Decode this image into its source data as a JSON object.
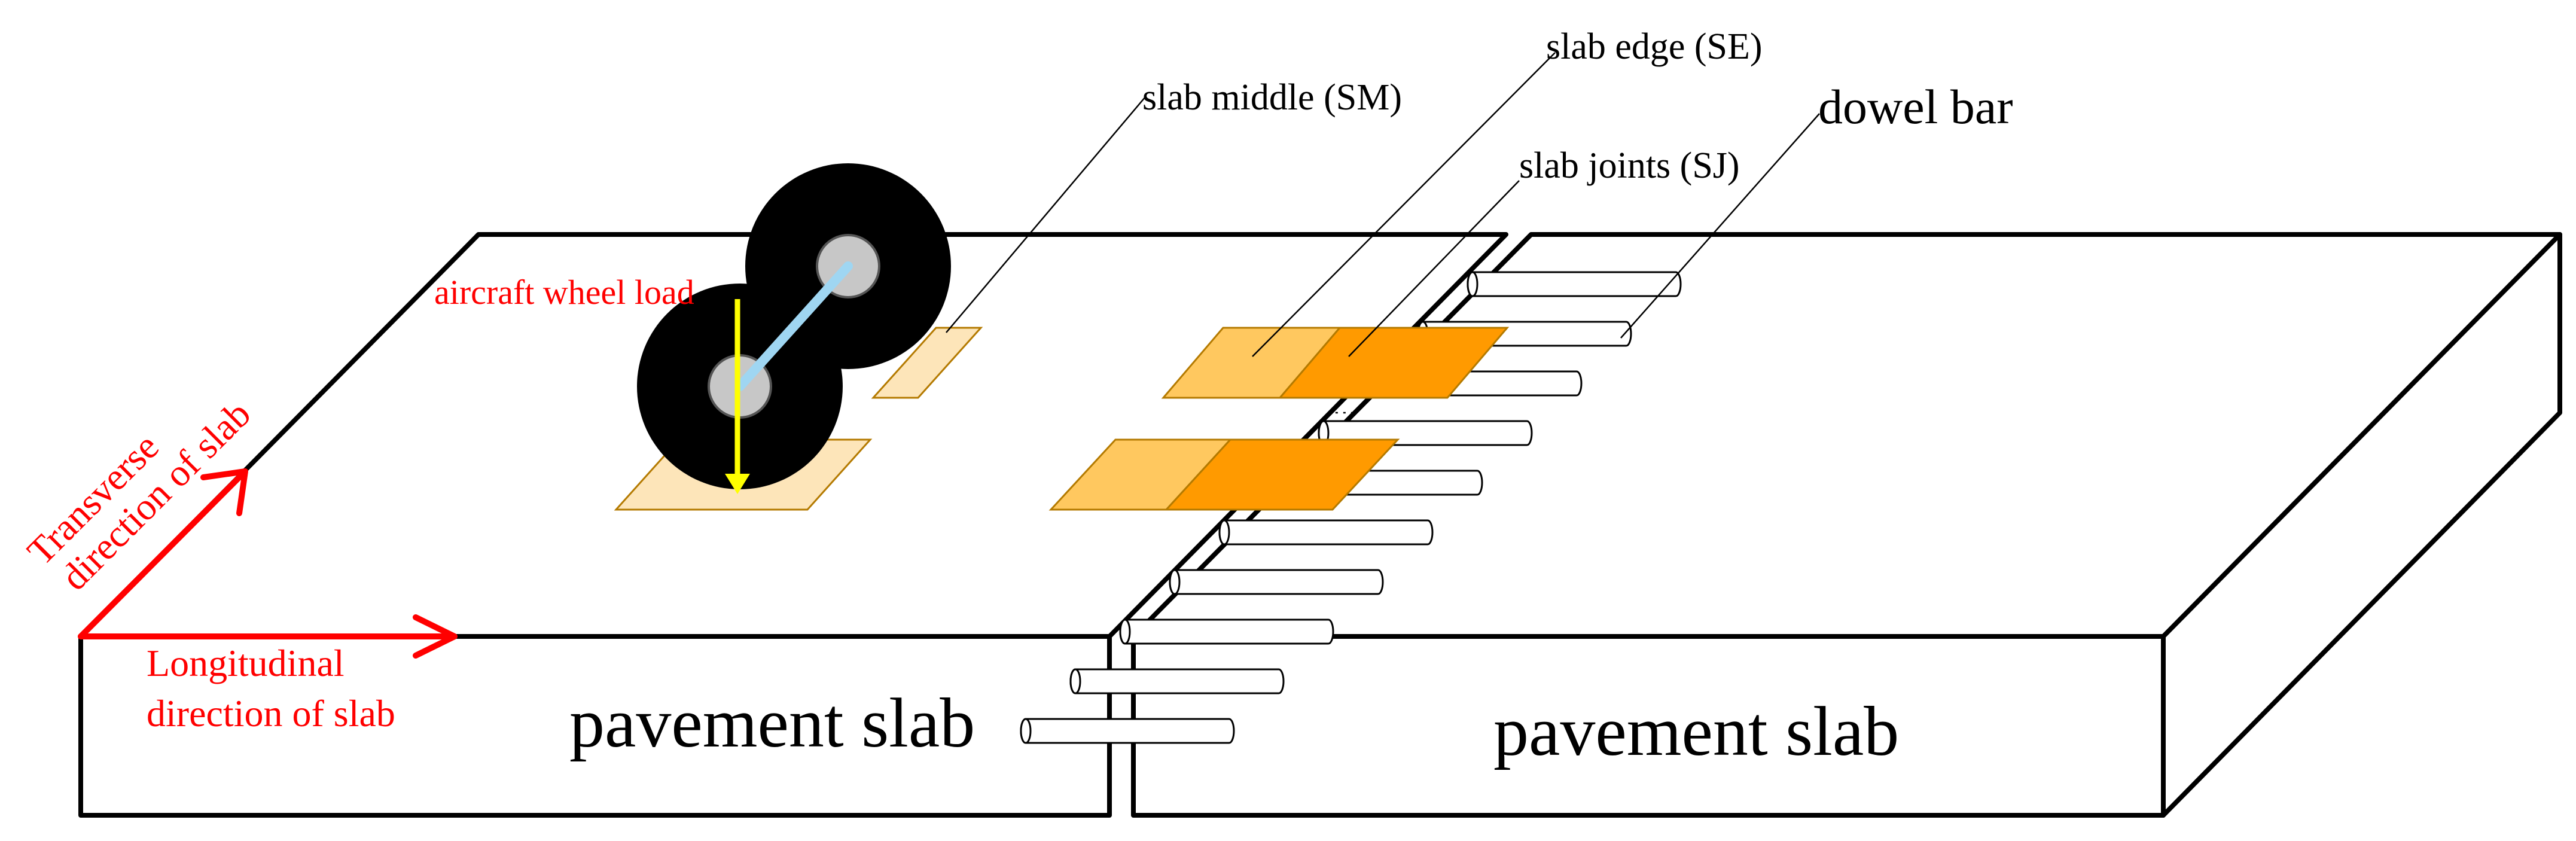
{
  "labels": {
    "slab_middle": "slab middle (SM)",
    "slab_edge": "slab edge (SE)",
    "slab_joints": "slab joints (SJ)",
    "dowel_bar": "dowel bar",
    "wheel_load": "aircraft wheel load",
    "transverse_line1": "Transverse",
    "transverse_line2": "direction of slab",
    "longitudinal_line1": "Longitudinal",
    "longitudinal_line2": "direction of slab",
    "slab_left": "pavement slab",
    "slab_right": "pavement slab"
  },
  "colors": {
    "footprint_middle": "#fde5b9",
    "footprint_edge": "#ffc85f",
    "footprint_joint": "#ff9a00",
    "footprint_stroke": "#b47a00",
    "tire": "#000000",
    "hub": "#c7c7c7",
    "axle": "#9fd6f2",
    "load_arrow": "#ffff00",
    "direction_arrows": "#ff0000"
  },
  "icons": {
    "wheel": "aircraft-wheel-icon",
    "load": "down-arrow-icon",
    "transverse": "diagonal-arrow-icon",
    "longitudinal": "right-arrow-icon"
  }
}
